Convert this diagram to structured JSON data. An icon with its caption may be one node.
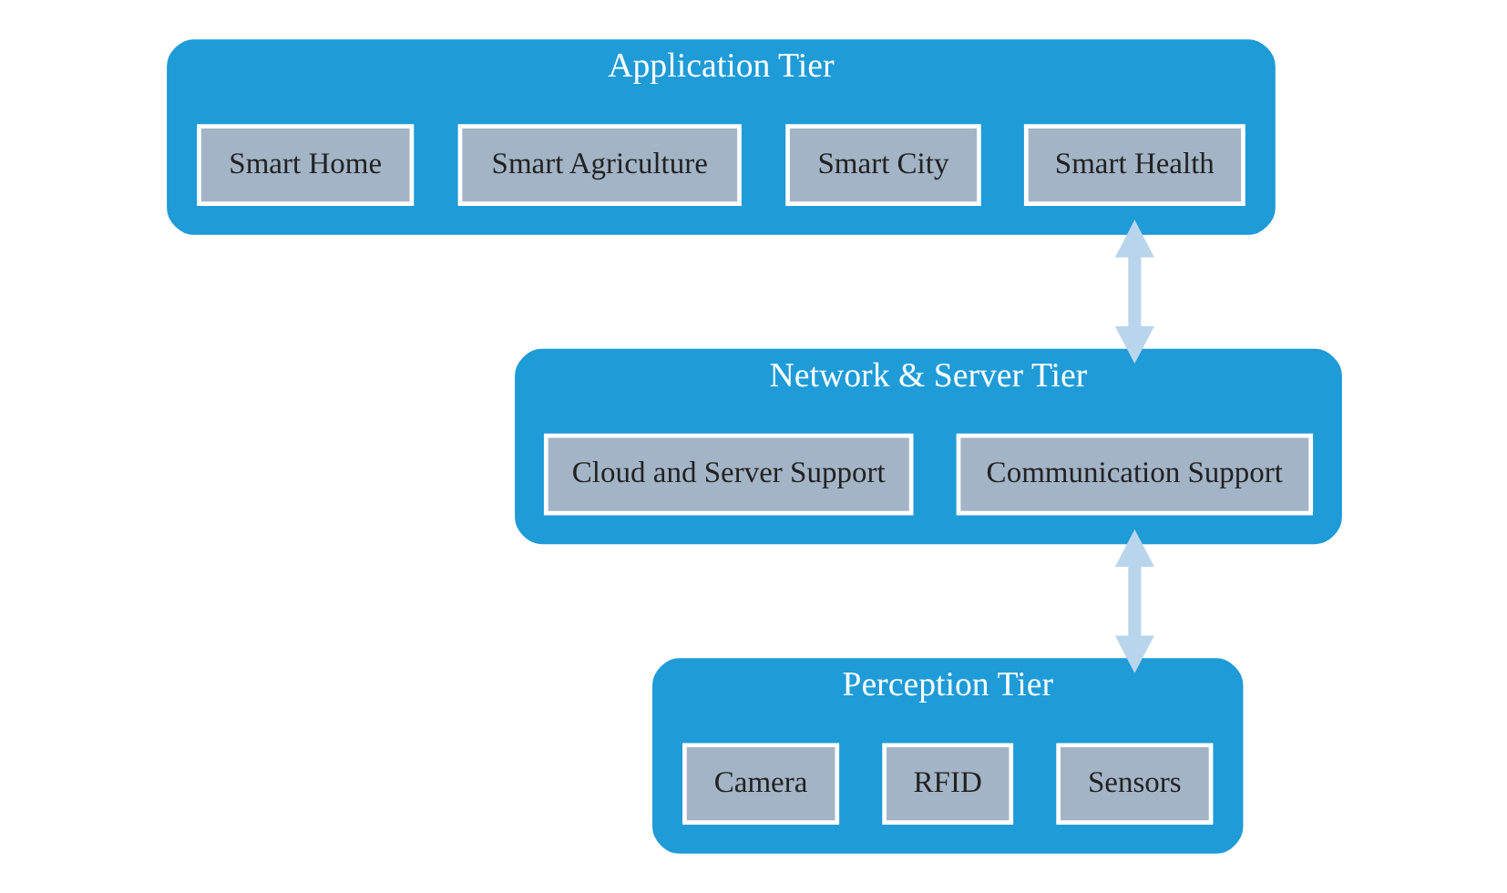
{
  "diagram": {
    "nodes": [
      {
        "text": [
          "Application Tier"
        ]
      },
      {
        "text": [
          "Smart Health"
        ],
        "in": 0
      },
      {
        "text": [
          "Smart City"
        ],
        "in": 0
      },
      {
        "text": [
          "Smart Agriculture"
        ],
        "in": 0
      },
      {
        "text": [
          "Smart Home"
        ],
        "in": 0
      },
      {
        "text": [
          "Network & Server Tier"
        ]
      },
      {
        "text": [
          "Communication Support"
        ],
        "in": 5
      },
      {
        "text": [
          "Cloud and Server Support"
        ],
        "in": 5
      },
      {
        "text": [
          "Perception Tier"
        ]
      },
      {
        "text": [
          "Sensors"
        ],
        "in": 8
      },
      {
        "text": [
          "RFID"
        ],
        "in": 8
      },
      {
        "text": [
          "Camera"
        ],
        "in": 8
      }
    ],
    "edges": [
      {
        "from": 0,
        "to": 5,
        "arrow": "both"
      },
      {
        "from": 5,
        "to": 8,
        "arrow": "both"
      }
    ]
  }
}
